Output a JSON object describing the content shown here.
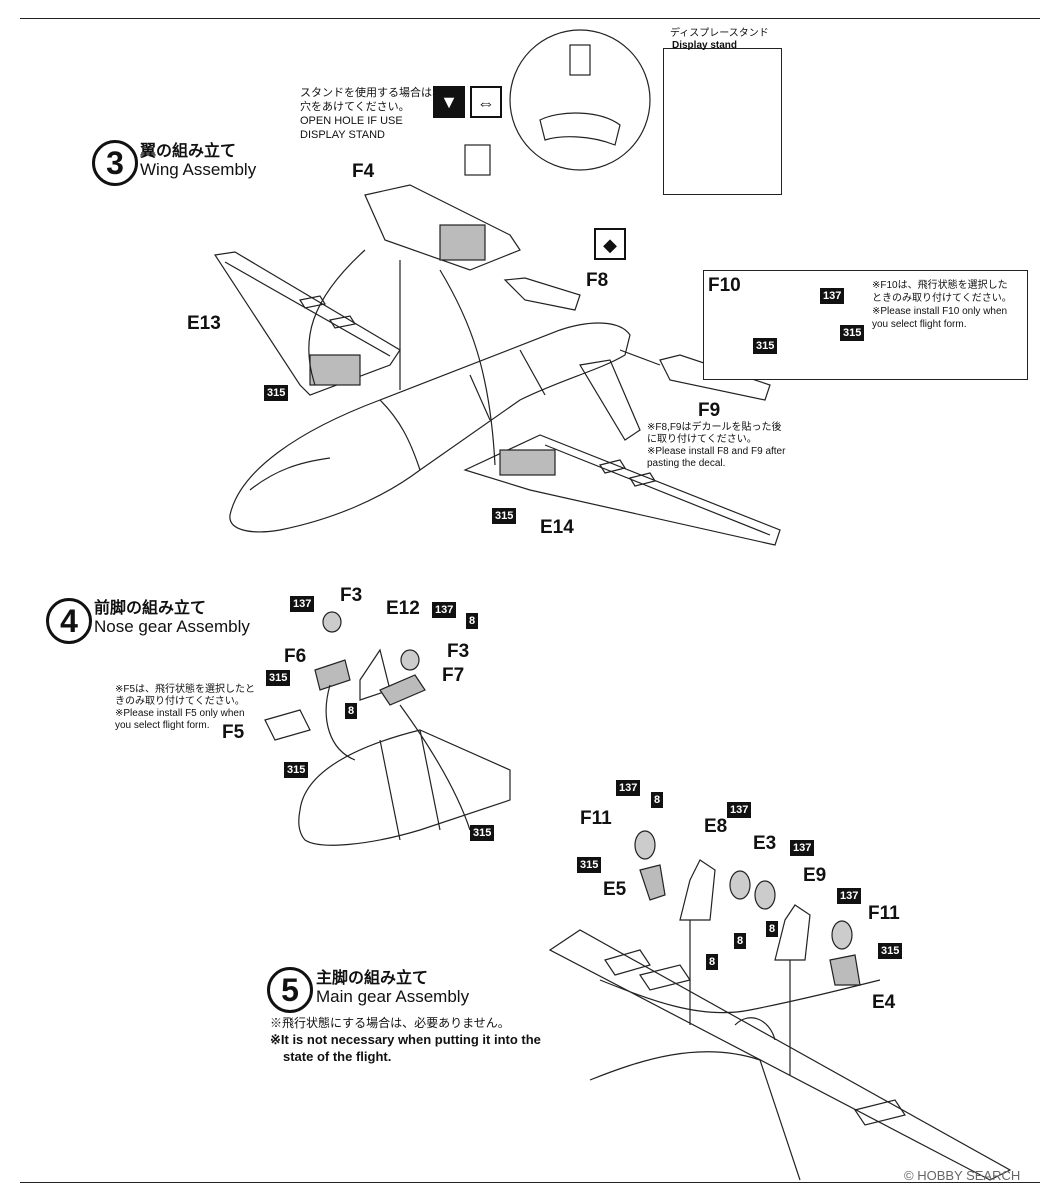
{
  "steps": {
    "s3": {
      "num": "3",
      "jp": "翼の組み立て",
      "en": "Wing Assembly"
    },
    "s4": {
      "num": "4",
      "jp": "前脚の組み立て",
      "en": "Nose gear Assembly"
    },
    "s5": {
      "num": "5",
      "jp": "主脚の組み立て",
      "en": "Main gear Assembly",
      "note_jp": "※飛行状態にする場合は、必要ありません。",
      "note_en1": "※It is not necessary when putting it into the",
      "note_en2": "state of the flight."
    }
  },
  "stand_note": {
    "jp1": "スタンドを使用する場合は、",
    "jp2": "穴をあけてください。",
    "en1": "OPEN HOLE IF USE",
    "en2": "DISPLAY STAND"
  },
  "display_stand": {
    "jp": "ディスプレースタンド",
    "en": "Display stand"
  },
  "f10_note": {
    "jp1": "※F10は、飛行状態を選択した",
    "jp2": "ときのみ取り付けてください。",
    "en1": "※Please install F10 only when",
    "en2": "you select flight form."
  },
  "f8f9_note": {
    "jp1": "※F8,F9はデカールを貼った後",
    "jp2": "に取り付けてください。",
    "en1": "※Please install F8 and F9 after",
    "en2": "pasting the decal."
  },
  "f5_note": {
    "jp1": "※F5は、飛行状態を選択したと",
    "jp2": "きのみ取り付けてください。",
    "en1": "※Please install F5 only when",
    "en2": "you select flight form."
  },
  "parts": {
    "f4": "F4",
    "e13": "E13",
    "f8": "F8",
    "f9": "F9",
    "e14": "E14",
    "f10": "F10",
    "f3a": "F3",
    "f3b": "F3",
    "e12": "E12",
    "f6": "F6",
    "f7": "F7",
    "f5": "F5",
    "f11a": "F11",
    "e8": "E8",
    "e3": "E3",
    "e9": "E9",
    "f11b": "F11",
    "e5": "E5",
    "e4": "E4"
  },
  "badges": {
    "b315": "315",
    "b137": "137",
    "b8": "8"
  },
  "watermark": "© HOBBY SEARCH"
}
